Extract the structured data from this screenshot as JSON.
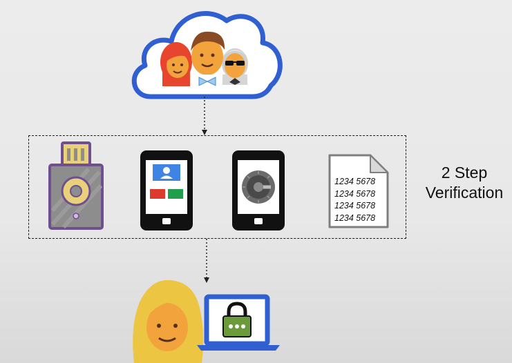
{
  "label": {
    "line1": "2 Step",
    "line2": "Verification"
  },
  "backup_codes": [
    "1234 5678",
    "1234 5678",
    "1234 5678",
    "1234 5678"
  ],
  "icons": {
    "cloud": "cloud-icon",
    "users": "users-group-icon",
    "security_key": "usb-security-key-icon",
    "phone_prompt": "phone-prompt-icon",
    "phone_authenticator": "phone-authenticator-icon",
    "backup_codes": "document-icon",
    "user": "user-avatar-icon",
    "laptop": "laptop-icon",
    "lock": "lock-icon"
  },
  "colors": {
    "cloud_outline": "#2f5fd0",
    "phone_body": "#111111",
    "prompt_blue": "#3f84e5",
    "prompt_red": "#db3a2c",
    "prompt_green": "#1f9f4b",
    "key_body": "#8d8d8d",
    "key_outline": "#6f4f8f",
    "key_gold": "#e9d07a",
    "lock_green": "#6a9a3a",
    "laptop_blue": "#2f5fd0"
  }
}
